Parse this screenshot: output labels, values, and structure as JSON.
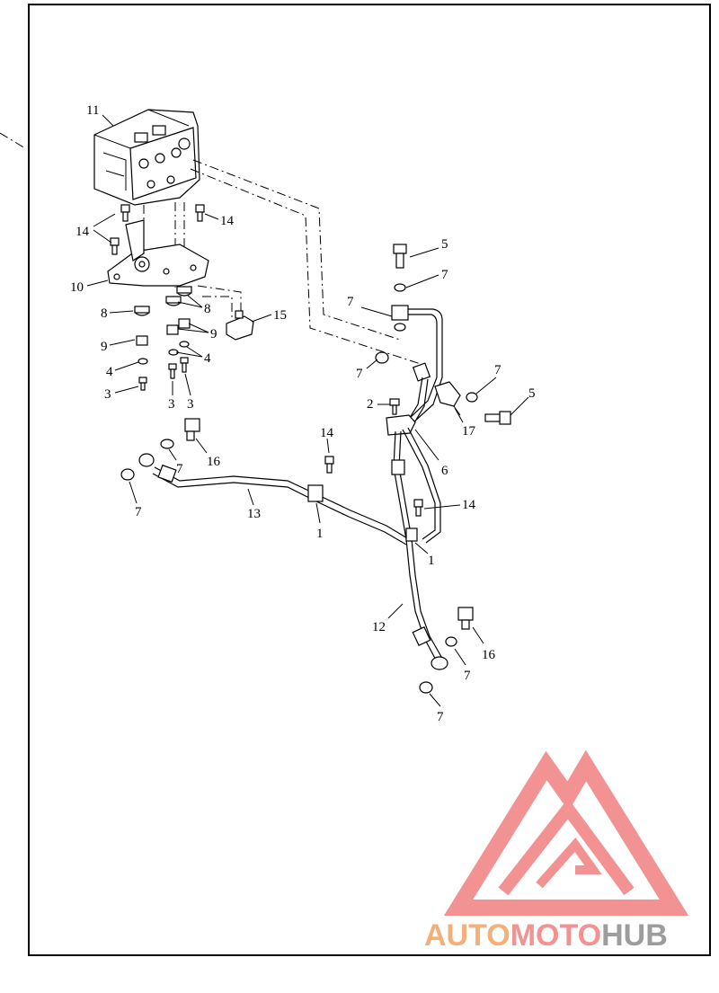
{
  "callouts": {
    "c11": "11",
    "c14a": "14",
    "c14b": "14",
    "c10": "10",
    "c8a": "8",
    "c8b": "8",
    "c9a": "9",
    "c9b": "9",
    "c4a": "4",
    "c4b": "4",
    "c3a": "3",
    "c3b": "3",
    "c3c": "3",
    "c15": "15",
    "c5a": "5",
    "c7a": "7",
    "c7b": "7",
    "c7c": "7",
    "c7d": "7",
    "c5b": "5",
    "c2": "2",
    "c17": "17",
    "c6": "6",
    "c14c": "14",
    "c14d": "14",
    "c16a": "16",
    "c7e": "7",
    "c7f": "7",
    "c13": "13",
    "c1a": "1",
    "c1b": "1",
    "c12": "12",
    "c16b": "16",
    "c7g": "7",
    "c7h": "7"
  },
  "watermark": {
    "part1": "AUTO",
    "part2": "MOTO",
    "part3": "HUB",
    "color_primary": "#f4a261",
    "color_secondary": "#f08080",
    "color_tertiary": "#8c8c8c"
  }
}
